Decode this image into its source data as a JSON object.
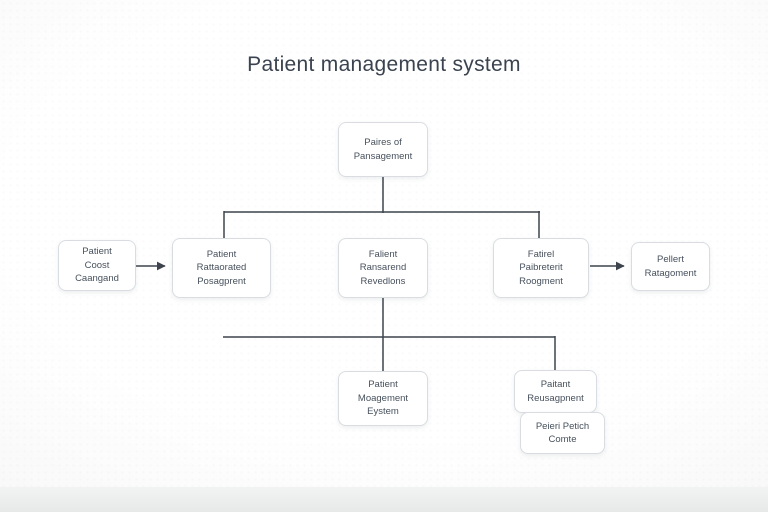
{
  "title": "Patient management system",
  "colors": {
    "background": "#fdfdfd",
    "box_fill": "#ffffff",
    "box_border": "#d9dde2",
    "line": "#3d444d",
    "node_text": "#47515d",
    "title_text": "#3a434f",
    "footer_strip": "#e8e9e9"
  },
  "nodes": {
    "root": {
      "lines": [
        "Paires of",
        "Pansagement"
      ]
    },
    "left_outer": {
      "lines": [
        "Patient",
        "Coost",
        "Caangand"
      ]
    },
    "child_left": {
      "lines": [
        "Patient",
        "Rattaorated",
        "Posagprent"
      ]
    },
    "child_center": {
      "lines": [
        "Falient",
        "Ransarend",
        "Revedlons"
      ]
    },
    "child_right": {
      "lines": [
        "Fatirel",
        "Paibreterit",
        "Roogment"
      ]
    },
    "right_outer": {
      "lines": [
        "Pellert",
        "Ratagoment"
      ]
    },
    "bottom_center": {
      "lines": [
        "Patient",
        "Moagement",
        "Eystem"
      ]
    },
    "bottom_right": {
      "lines": [
        "Paitant",
        "Reusagpnent"
      ]
    },
    "bottom_right_2": {
      "lines": [
        "Peieri Petich",
        "Comte"
      ]
    }
  },
  "edges": [
    {
      "from": "root",
      "to": "child_left",
      "arrow": false
    },
    {
      "from": "root",
      "to": "child_right",
      "arrow": false
    },
    {
      "from": "left_outer",
      "to": "child_left",
      "arrow": true
    },
    {
      "from": "child_right",
      "to": "right_outer",
      "arrow": true
    },
    {
      "from": "child_center",
      "to": "bottom_center",
      "arrow": false
    },
    {
      "from": "child_center",
      "to": "bottom_right",
      "arrow": false
    }
  ]
}
